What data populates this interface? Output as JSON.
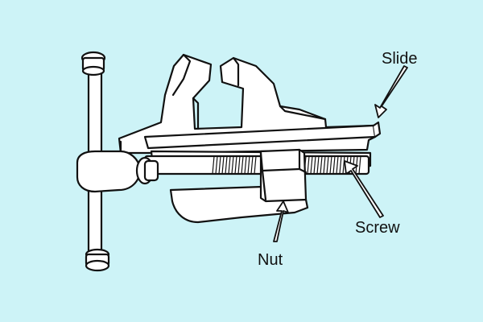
{
  "diagram": {
    "subject": "bench-vice",
    "colors": {
      "background": "#cdf3f7",
      "body_fill": "#ffffff",
      "outline": "#111111"
    },
    "labels": {
      "slide": "Slide",
      "screw": "Screw",
      "nut": "Nut"
    }
  }
}
